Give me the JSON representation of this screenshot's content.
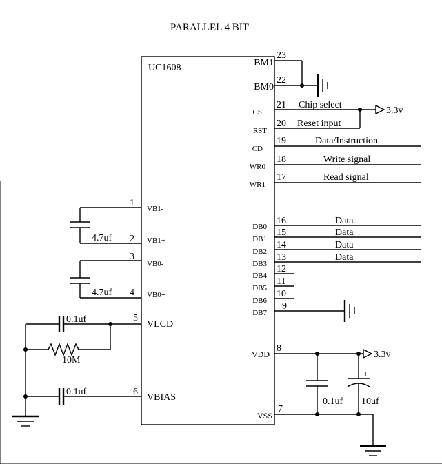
{
  "title": "PARALLEL 4 BIT",
  "chip": {
    "name": "UC1608",
    "left_pins": [
      {
        "num": "1",
        "label": "VB1-"
      },
      {
        "num": "2",
        "label": "VB1+"
      },
      {
        "num": "3",
        "label": "VB0-"
      },
      {
        "num": "4",
        "label": "VB0+"
      },
      {
        "num": "5",
        "label": "VLCD"
      },
      {
        "num": "6",
        "label": "VBIAS"
      }
    ],
    "right_pins": [
      {
        "num": "23",
        "label": "BM1"
      },
      {
        "num": "22",
        "label": "BM0"
      },
      {
        "num": "21",
        "label": "CS",
        "signal": "Chip select"
      },
      {
        "num": "20",
        "label": "RST",
        "signal": "Reset input"
      },
      {
        "num": "19",
        "label": "CD",
        "signal": "Data/Instruction"
      },
      {
        "num": "18",
        "label": "WR0",
        "signal": "Write signal"
      },
      {
        "num": "17",
        "label": "WR1",
        "signal": "Read signal"
      },
      {
        "num": "16",
        "label": "DB0",
        "signal": "Data"
      },
      {
        "num": "15",
        "label": "DB1",
        "signal": "Data"
      },
      {
        "num": "14",
        "label": "DB2",
        "signal": "Data"
      },
      {
        "num": "13",
        "label": "DB3",
        "signal": "Data"
      },
      {
        "num": "12",
        "label": "DB4"
      },
      {
        "num": "11",
        "label": "DB5"
      },
      {
        "num": "10",
        "label": "DB6"
      },
      {
        "num": "9",
        "label": "DB7"
      },
      {
        "num": "8",
        "label": "VDD"
      },
      {
        "num": "7",
        "label": "VSS"
      }
    ]
  },
  "components": {
    "cap_vb1": "4.7uf",
    "cap_vb0": "4.7uf",
    "cap_vlcd": "0.1uf",
    "res_vlcd": "10M",
    "cap_vbias": "0.1uf",
    "cap_vdd_ceramic": "0.1uf",
    "cap_vdd_electrolytic": "10uf",
    "cap_vdd_electrolytic_polarity": "+"
  },
  "supplies": {
    "chip_select_rail": "3.3v",
    "vdd_rail": "3.3v"
  }
}
